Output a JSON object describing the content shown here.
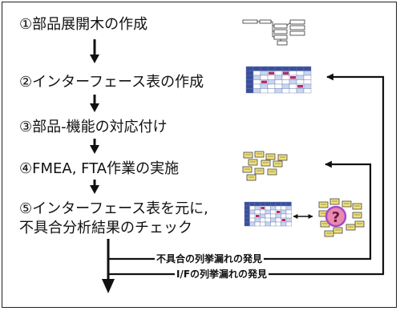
{
  "steps": [
    {
      "label": "①部品展開木の作成"
    },
    {
      "label": "②インターフェース表の作成"
    },
    {
      "label": "③部品-機能の対応付け"
    },
    {
      "label": "④FMEA, FTA作業の実施"
    },
    {
      "label_line1": "⑤インターフェース表を元に,",
      "label_line2": "不具合分析結果のチェック"
    }
  ],
  "feedback_notes": [
    {
      "label": "不具合の列挙漏れの発見"
    },
    {
      "label": "I/Fの列挙漏れの発見"
    }
  ],
  "colors": {
    "table_header_blue": "#3a4f9a",
    "table_cell_blue": "#c9d6f0",
    "table_mark_magenta": "#b0306a",
    "note_yellow": "#f0e27a",
    "question_circle": "#a848c8",
    "question_fill": "#e98ab0"
  }
}
